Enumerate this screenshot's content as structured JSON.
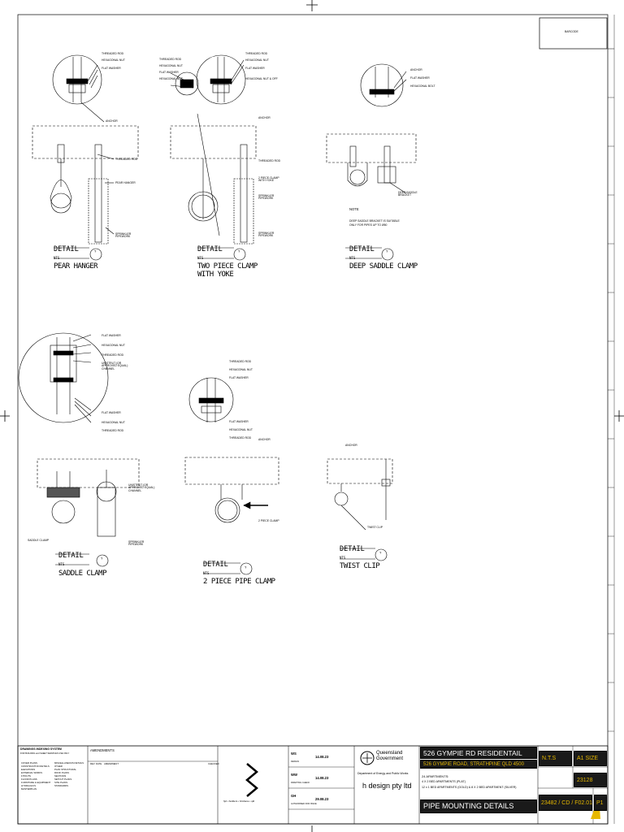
{
  "barcode_label": "BARCODE",
  "details": [
    {
      "title": "DETAIL",
      "nts": "NTS",
      "ref": "?",
      "name": "PEAR HANGER",
      "labels": [
        "THREADED ROD",
        "HEXAGONAL NUT",
        "FLAT WASHER",
        "ANCHOR",
        "THREADED ROD",
        "PEAR HANGER",
        "SPRINKLER PIPEWORK"
      ]
    },
    {
      "title": "DETAIL",
      "nts": "NTS",
      "ref": "?",
      "name": "TWO PIECE CLAMP\nWITH YOKE",
      "labels": [
        "THREADED ROD",
        "HEXAGONAL NUT",
        "FLAT WASHER",
        "HEXAGONAL NUT",
        "THREADED ROD",
        "HEXAGONAL NUT",
        "FLAT WASHER",
        "HEXAGONAL NUT & OFF",
        "ANCHOR",
        "THREADED ROD",
        "2 PIECE CLAMP WITH YOKE",
        "SPRINKLER PIPEWORK",
        "SPRINKLER PIPEWORK"
      ]
    },
    {
      "title": "DETAIL",
      "nts": "NTS",
      "ref": "?",
      "name": "DEEP SADDLE CLAMP",
      "labels": [
        "ANCHOR",
        "FLAT WASHER",
        "HEXAGONAL BOLT",
        "DEEP SADDLE BRACKET"
      ],
      "note_title": "NOTE",
      "note_body": "DEEP SADDLE BRACKET IS SUITABLE ONLY FOR PIPES UP TO Ø50"
    },
    {
      "title": "DETAIL",
      "nts": "NTS",
      "ref": "?",
      "name": "SADDLE CLAMP",
      "labels": [
        "FLAT WASHER",
        "HEXAGONAL NUT",
        "THREADED ROD",
        "UNISTRUT (OR APPROVED EQUAL) CHANNEL",
        "FLAT WASHER",
        "HEXAGONAL NUT",
        "THREADED ROD",
        "UNISTRUT (OR APPROVED EQUAL) CHANNEL",
        "SADDLE CLAMP",
        "SPRINKLER PIPEWORK"
      ]
    },
    {
      "title": "DETAIL",
      "nts": "NTS",
      "ref": "?",
      "name": "2 PIECE PIPE CLAMP",
      "labels": [
        "THREADED ROD",
        "HEXAGONAL NUT",
        "FLAT WASHER",
        "FLAT WASHER",
        "HEXAGONAL NUT",
        "THREADED ROD",
        "ANCHOR",
        "2 PIECE CLAMP"
      ]
    },
    {
      "title": "DETAIL",
      "nts": "NTS",
      "ref": "?",
      "name": "TWIST CLIP",
      "labels": [
        "ANCHOR",
        "TWIST CLIP"
      ]
    }
  ],
  "title_block": {
    "indexing_title": "DRAWINGS INDEXING SYSTEM",
    "indexing_sub": "FOR BUILDING and SHEET SERVICES USE ONLY",
    "index_items": [
      "COVER PLANS",
      "CONSTRUCTION DETAILS",
      "ELEVATIONS",
      "EXTERNAL WORKS",
      "FITOUTS",
      "FLOOR PLANS",
      "FURNITURE & EQUIPMENT",
      "HYDRAULICS",
      "MASTERPLAN",
      "MISCELLANEOUS DETAILS",
      "OTHER",
      "PLAN STRUCTURAL",
      "ROOF PLANS",
      "SECTIONS",
      "SETOUT PLANS",
      "SITE PLANS",
      "STANDARDS"
    ],
    "amendments_title": "AMENDMENTS",
    "amend_headers": [
      "REV",
      "DATE",
      "AMENDMENT",
      "CHECKED"
    ],
    "logo_caption": "hjd • builders • brisbane • qld",
    "signoffs": [
      {
        "initials": "WS",
        "role": "DESIGN",
        "date": "14.08.23"
      },
      {
        "initials": "WW",
        "role": "DRAFTING CHECK",
        "date": "14.08.23"
      },
      {
        "initials": "GH",
        "role": "AUTHORISED FOR ISSUE",
        "date": "29.08.23"
      }
    ],
    "gov_name": "Queensland Government",
    "gov_dept": "Department of Energy and Public Works",
    "firm": "h design pty ltd",
    "project_title": "526 GYMPIE RD RESIDENTAIL",
    "project_address": "526 GYMPIE ROAD, STRATHPINE QLD 4500",
    "project_desc": [
      "24 APARTMENTS:",
      "4 X 2 BED APARTMENTS (PLAT)",
      "12 x 1 BED APARTMENTS (GOLD) & 8 X 2 BED APARTMENT (SILVER)"
    ],
    "drawing_title": "PIPE MOUNTING DETAILS",
    "scale": "N.T.S",
    "sheet_size": "A1 SIZE",
    "job_no": "23128",
    "drawing_no": "23482 / CD / F02.01",
    "rev": "P1"
  },
  "colors": {
    "accent_yellow": "#e6b800",
    "dark_band": "#1a1a1a"
  }
}
